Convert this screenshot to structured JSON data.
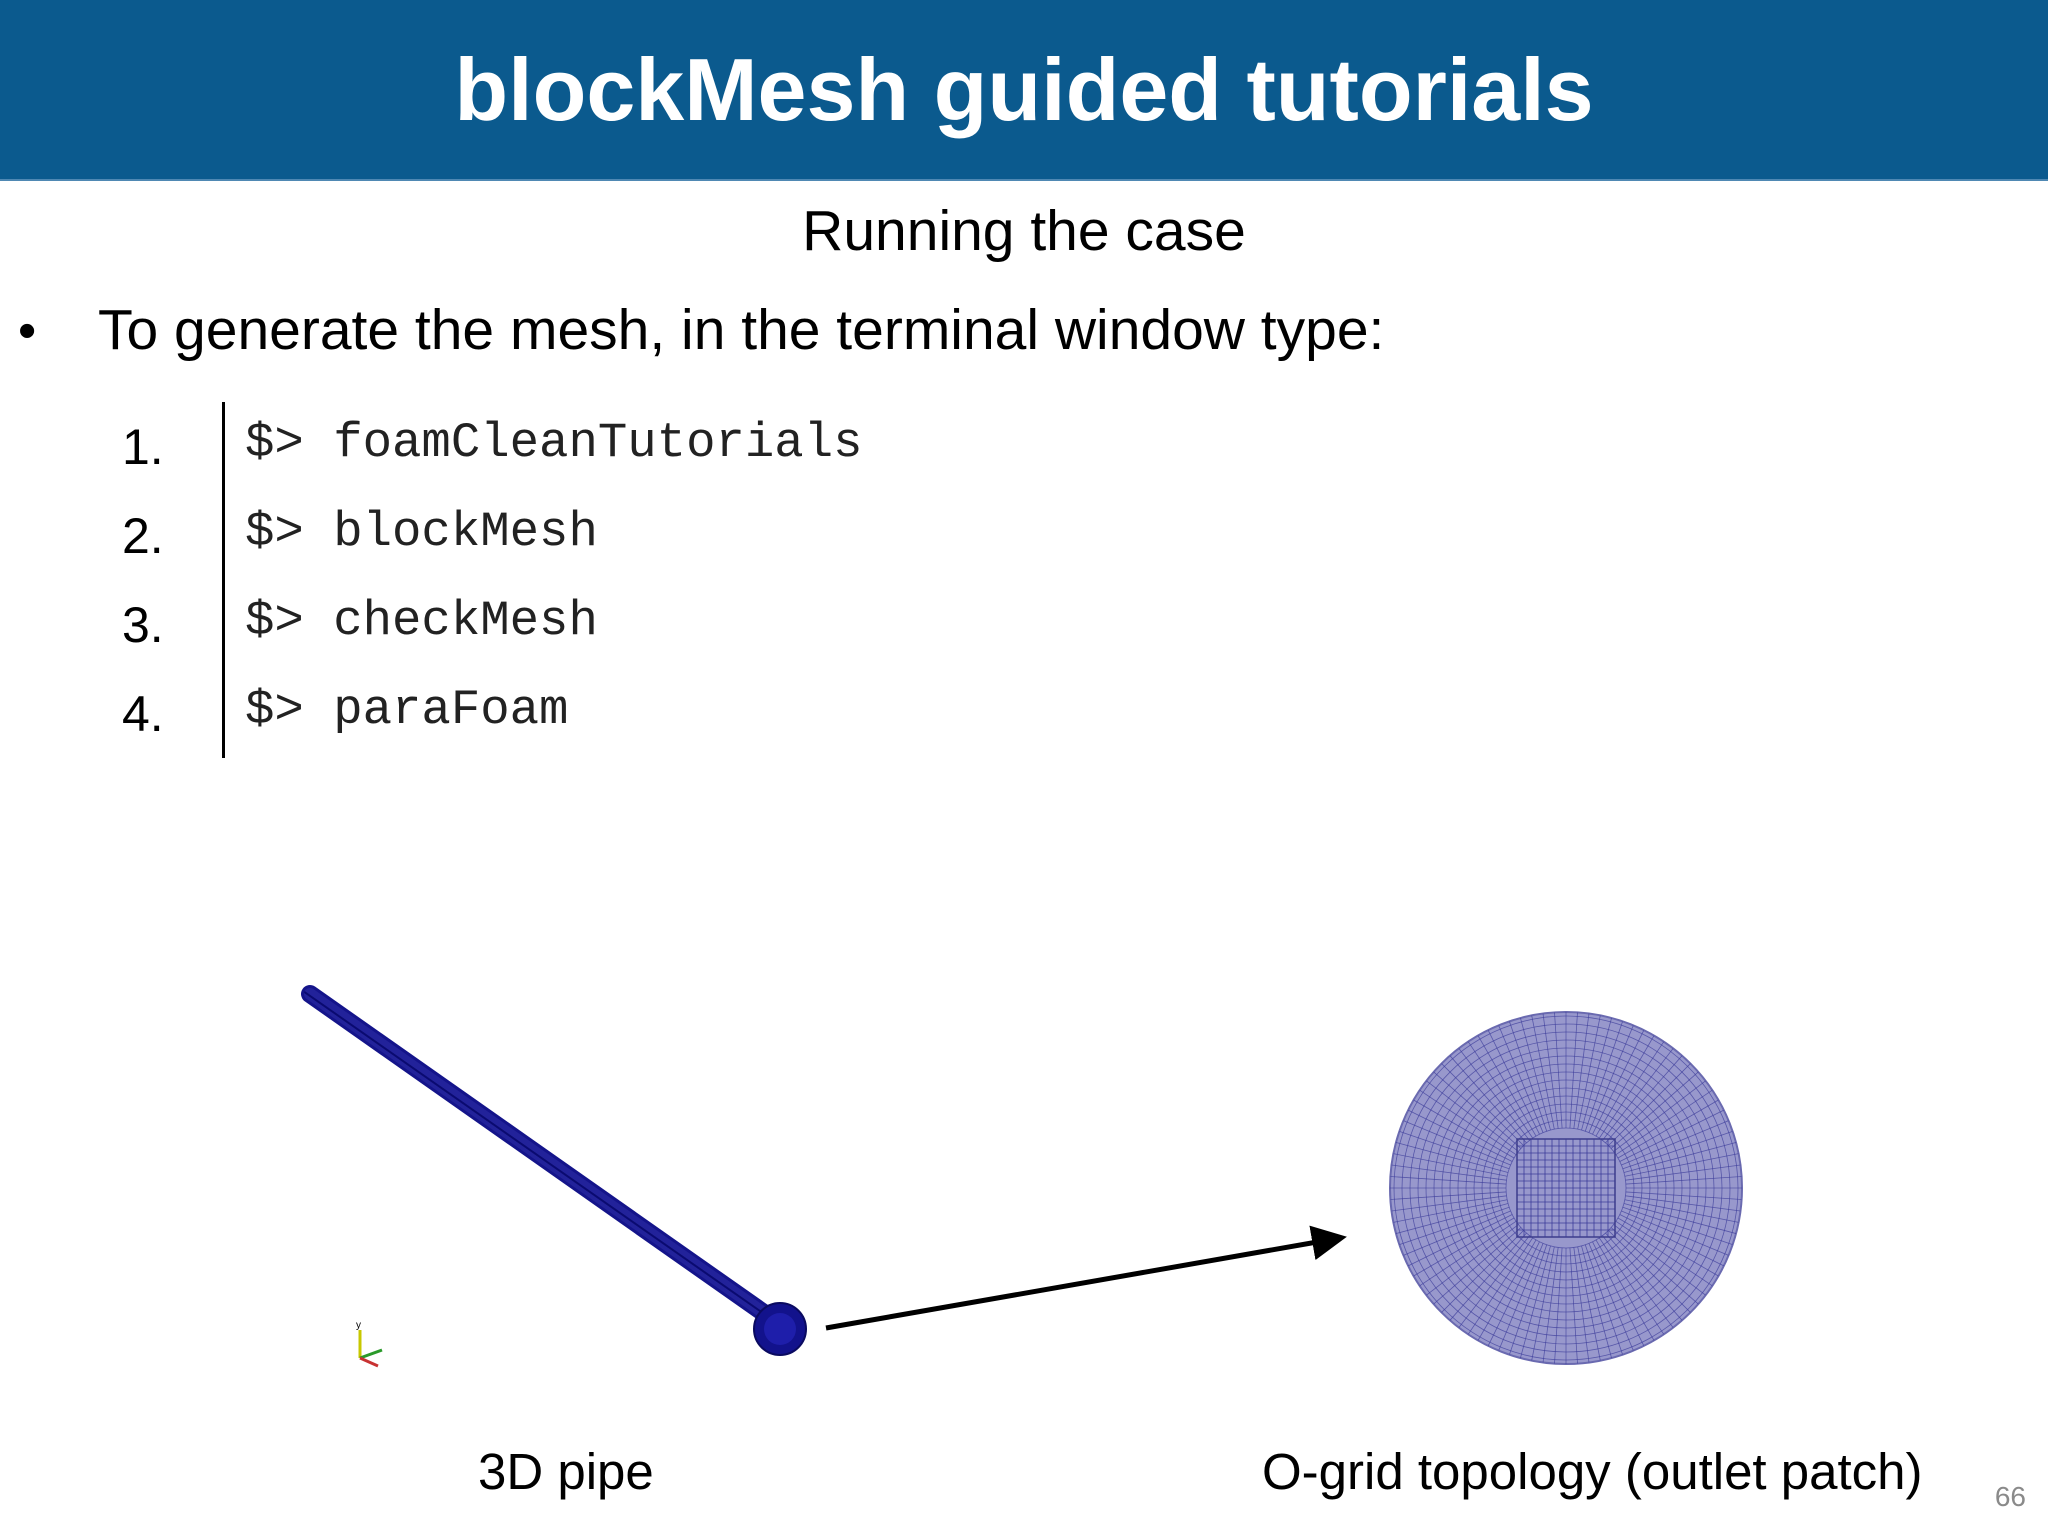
{
  "slide": {
    "title": "blockMesh guided tutorials",
    "subtitle": "Running the case",
    "bullet": "To generate the mesh, in the terminal window type:",
    "steps": [
      {
        "number": "1.",
        "command": "$> foamCleanTutorials"
      },
      {
        "number": "2.",
        "command": "$> blockMesh"
      },
      {
        "number": "3.",
        "command": "$> checkMesh"
      },
      {
        "number": "4.",
        "command": "$> paraFoam"
      }
    ],
    "captions": {
      "pipe": "3D pipe",
      "ogrid": "O-grid topology (outlet patch)"
    },
    "page_number": "66"
  },
  "colors": {
    "title_bar": "#0b5a8e",
    "mesh_blue": "#1c1c9c",
    "ogrid_fill": "#9090c8"
  },
  "figures": {
    "pipe_mesh": "3d-pipe-mesh-image",
    "ogrid_mesh": "ogrid-outlet-patch-image",
    "arrow": "arrow-right-icon",
    "axes": "xyz-axes-icon"
  }
}
